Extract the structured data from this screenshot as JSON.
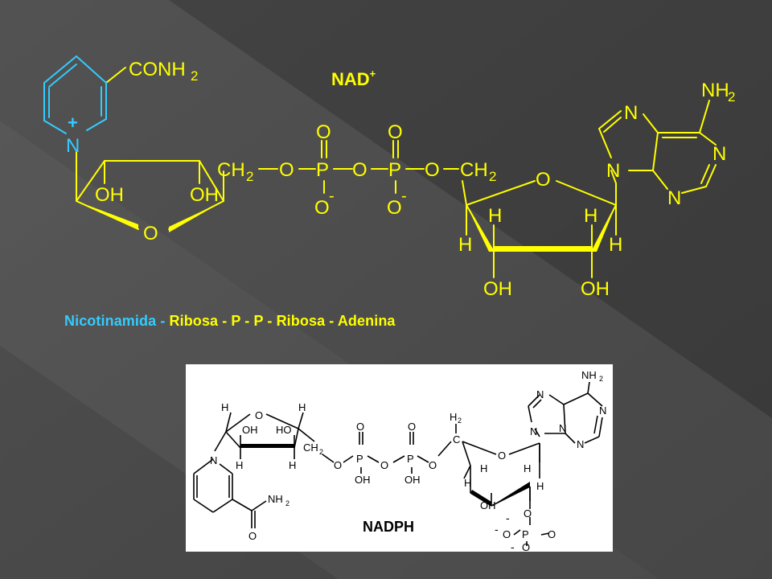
{
  "slide": {
    "title_main": "NAD",
    "title_charge": "+",
    "caption": {
      "part1": "Nicotinamida - ",
      "part2": "Ribosa - P - P - Ribosa - Adenina"
    }
  },
  "nad_structure": {
    "labels": {
      "conh2": "CONH",
      "conh2_sub": "2",
      "n_pyridinium": "N",
      "plus": "+",
      "oh_left": "OH",
      "oh_right": "OH",
      "o_ring": "O",
      "ch2_left": "CH",
      "ch2_left_sub": "2",
      "o1": "O",
      "p1": "P",
      "o2": "O",
      "p2": "P",
      "o3": "O",
      "ch2_right": "CH",
      "ch2_right_sub": "2",
      "o_top1": "O",
      "o_top2": "O",
      "o_minus1": "O",
      "o_minus2": "O",
      "minus1": "-",
      "minus2": "-",
      "o_ribose": "O",
      "h1": "H",
      "h2": "H",
      "h3": "H",
      "h4": "H",
      "oh_b1": "OH",
      "oh_b2": "OH",
      "nh2": "NH",
      "nh2_sub": "2",
      "n_a1": "N",
      "n_a2": "N",
      "n_a3": "N",
      "n_a4": "N"
    }
  },
  "nadph_structure": {
    "labels": {
      "title": "NADPH",
      "nh2_top": "NH",
      "nh2_top_sub": "2",
      "amide_nh2": "NH",
      "amide_nh2_sub": "2",
      "amide_o": "O",
      "n_pyr": "N",
      "o_ring1": "O",
      "h_a": "H",
      "h_b": "H",
      "h_c": "H",
      "h_d": "H",
      "oh_a": "OH",
      "ho_a": "HO",
      "ch2_a": "CH",
      "ch2_a_sub": "2",
      "o_link1": "O",
      "p_1": "P",
      "o_link2": "O",
      "p_2": "P",
      "o_link3": "O",
      "o_dbl1": "O",
      "o_dbl2": "O",
      "oh_p1": "OH",
      "oh_p2": "OH",
      "h2c": "H",
      "h2c_sub": "2",
      "c_atom": "C",
      "o_ring2": "O",
      "h_e": "H",
      "h_f": "H",
      "h_g": "H",
      "h_h": "H",
      "oh_b": "OH",
      "o_phos": "O",
      "p_3": "P",
      "o_m1": "O",
      "o_m2": "O",
      "o_m3": "O",
      "minus_a": "-",
      "minus_b": "-",
      "minus_c": "-",
      "n_ad1": "N",
      "n_ad2": "N",
      "n_ad3": "N",
      "n_ad4": "N",
      "n_ad5": "N"
    }
  },
  "colors": {
    "background": "#3c3c3c",
    "structure": "#ffff00",
    "ring_highlight": "#33ccff",
    "nadph_background": "#ffffff",
    "nadph_ink": "#000000"
  }
}
